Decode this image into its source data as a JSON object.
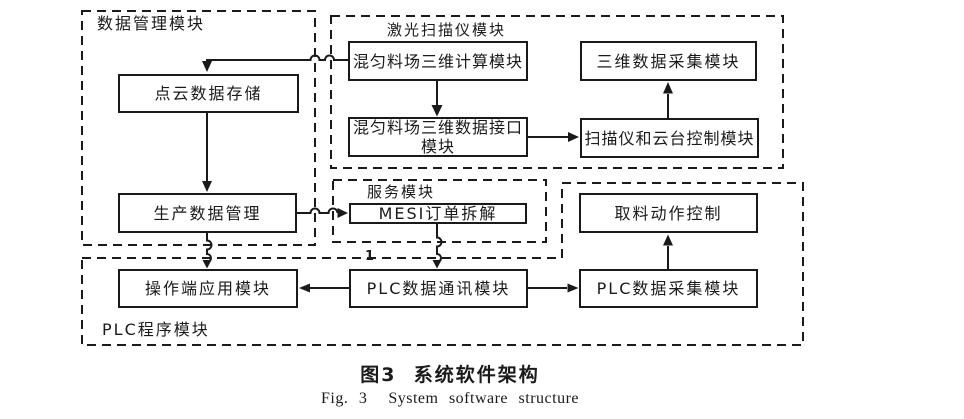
{
  "figure": {
    "caption_zh": "图3  系统软件架构",
    "caption_en": "Fig. 3  System software structure",
    "stray_label": "1"
  },
  "groups": {
    "data_mgmt": {
      "label": "数据管理模块"
    },
    "laser": {
      "label": "激光扫描仪模块"
    },
    "service": {
      "label": "服务模块"
    },
    "plc": {
      "label": "PLC程序模块"
    }
  },
  "boxes": {
    "point_cloud": {
      "label": "点云数据存储"
    },
    "production": {
      "label": "生产数据管理"
    },
    "calc3d": {
      "label": "混匀料场三维计算模块"
    },
    "interface3d": {
      "label": "混匀料场三维数据接口\n模块"
    },
    "collect3d": {
      "label": "三维数据采集模块"
    },
    "scanner_ctrl": {
      "label": "扫描仪和云台控制模块"
    },
    "mesi": {
      "label": "MESI订单拆解"
    },
    "reclaim": {
      "label": "取料动作控制"
    },
    "op_app": {
      "label": "操作端应用模块"
    },
    "plc_comm": {
      "label": "PLC数据通讯模块"
    },
    "plc_collect": {
      "label": "PLC数据采集模块"
    }
  },
  "connections": [
    {
      "from": "calc3d",
      "to": "point_cloud",
      "jumps": 2
    },
    {
      "from": "point_cloud",
      "to": "production",
      "jumps": 0
    },
    {
      "from": "production",
      "to": "mesi",
      "jumps": 2
    },
    {
      "from": "production",
      "to": "op_app",
      "jumps": 2
    },
    {
      "from": "calc3d",
      "to": "interface3d",
      "jumps": 0
    },
    {
      "from": "interface3d",
      "to": "scanner_ctrl",
      "jumps": 0
    },
    {
      "from": "scanner_ctrl",
      "to": "collect3d",
      "jumps": 0
    },
    {
      "from": "mesi",
      "to": "plc_comm",
      "jumps": 2
    },
    {
      "from": "plc_comm",
      "to": "op_app",
      "jumps": 0
    },
    {
      "from": "plc_comm",
      "to": "plc_collect",
      "jumps": 0
    },
    {
      "from": "plc_collect",
      "to": "reclaim",
      "jumps": 0
    }
  ],
  "colors": {
    "line": "#1a1a1a",
    "background": "#ffffff"
  }
}
